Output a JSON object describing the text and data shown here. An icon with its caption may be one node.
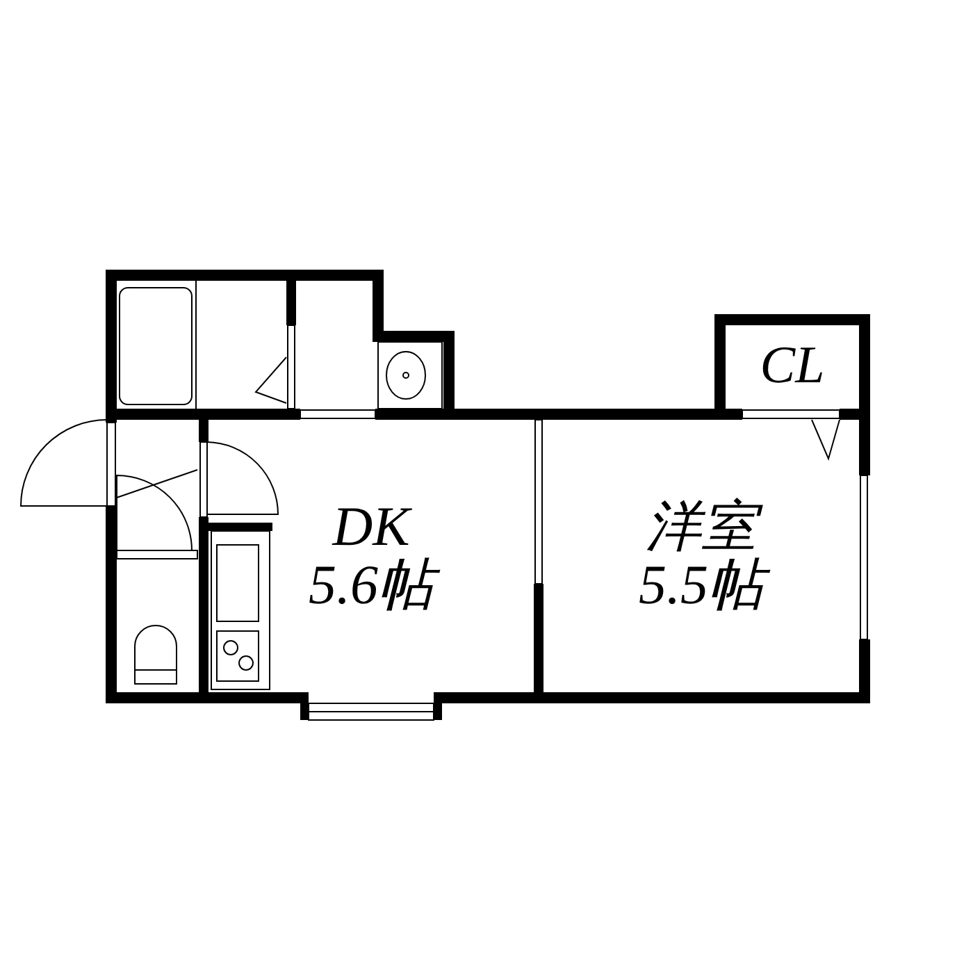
{
  "diagram": {
    "nodes": [
      {
        "text": [
          "DK",
          "5.6帖"
        ]
      },
      {
        "text": [
          "洋室",
          "5.5帖"
        ]
      },
      {
        "text": [
          "CL"
        ]
      }
    ]
  }
}
